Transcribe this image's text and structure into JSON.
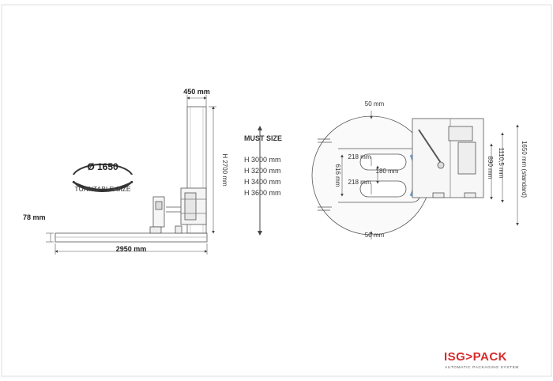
{
  "side_view": {
    "mast_width_label": "450 mm",
    "height_label": "H 2700 mm",
    "platform_height_label": "78 mm",
    "length_label": "2950 mm"
  },
  "turntable_badge": {
    "diameter_label": "Ø 1650",
    "caption": "TURNTABLE SIZE"
  },
  "mast_sizes": {
    "title": "MUST SIZE",
    "options": [
      "H 3000 mm",
      "H 3200 mm",
      "H 3400 mm",
      "H 3600 mm"
    ]
  },
  "top_view": {
    "top_gap_label": "50 mm",
    "bottom_gap_label": "50 mm",
    "slot_width_left_label": "616 mm",
    "slot_top_label": "218 mm",
    "slot_middle_label": "180 mm",
    "slot_bottom_label": "218 mm",
    "frame_890_label": "890 mm",
    "frame_1110_label": "1110,5 mm",
    "overall_label": "1650 mm (standard)"
  },
  "logo": {
    "brand": "ISG>PACK",
    "tagline": "AUTOMATIC PACKAGING SYSTEM",
    "accent_color": "#d62b2b"
  }
}
